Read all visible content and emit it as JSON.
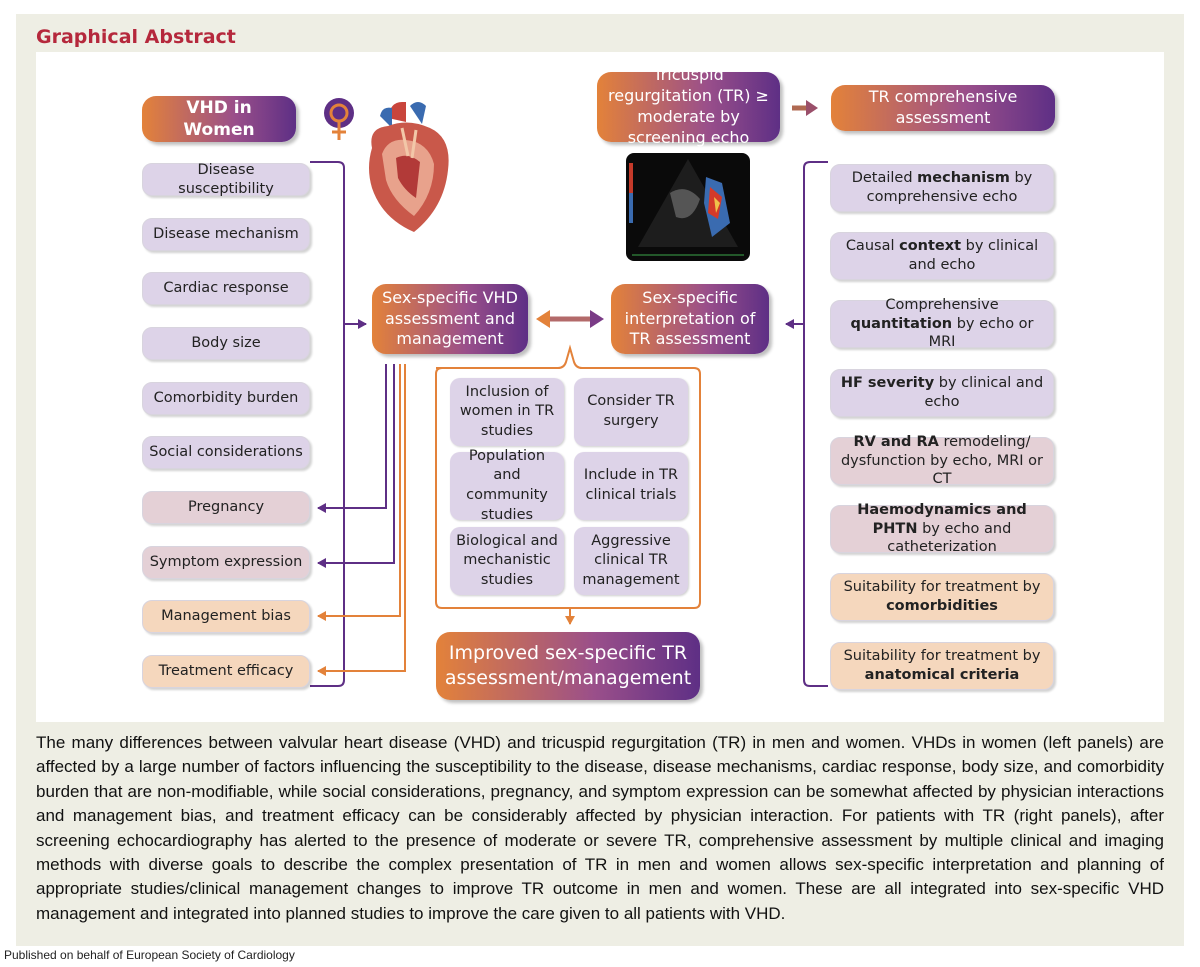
{
  "header": {
    "title": "Graphical Abstract"
  },
  "left_panel": {
    "title": "VHD in Women",
    "factors": [
      "Disease susceptibility",
      "Disease mechanism",
      "Cardiac response",
      "Body size",
      "Comorbidity burden",
      "Social considerations",
      "Pregnancy",
      "Symptom expression",
      "Management bias",
      "Treatment efficacy"
    ]
  },
  "top_right": {
    "screening": "Tricuspid regurgitation (TR) ≥ moderate by screening echo",
    "comprehensive": "TR comprehensive assessment"
  },
  "center": {
    "vhd_box": "Sex-specific VHD assessment and management",
    "tr_box": "Sex-specific interpretation of TR assessment",
    "studies": [
      "Inclusion of women in TR studies",
      "Consider TR surgery",
      "Population and community studies",
      "Include in TR clinical trials",
      "Biological and mechanistic studies",
      "Aggressive clinical TR management"
    ],
    "outcome": "Improved sex-specific TR assessment/management"
  },
  "right_panel": {
    "items": [
      {
        "pre": "Detailed ",
        "bold": "mechanism",
        "post": " by comprehensive echo"
      },
      {
        "pre": "Causal ",
        "bold": "context",
        "post": " by clinical and echo"
      },
      {
        "pre": "Comprehensive ",
        "bold": "quantitation",
        "post": " by echo or MRI"
      },
      {
        "pre": "",
        "bold": "HF severity",
        "post": " by clinical and echo"
      },
      {
        "pre": "",
        "bold": "RV and RA",
        "post": " remodeling/ dysfunction by echo, MRI or CT"
      },
      {
        "pre": "",
        "bold": "Haemodynamics and PHTN",
        "post": " by echo and catheterization"
      },
      {
        "pre": "Suitability for treatment by ",
        "bold": "comorbidities",
        "post": ""
      },
      {
        "pre": "Suitability for treatment by ",
        "bold": "anatomical criteria",
        "post": ""
      }
    ]
  },
  "caption": "The many differences between valvular heart disease (VHD) and tricuspid regurgitation (TR) in men and women. VHDs in women (left panels) are affected by a large number of factors influencing the susceptibility to the disease, disease mechanisms, cardiac response, body size, and comorbidity burden that are non-modifiable, while social considerations, pregnancy, and symptom expression can be somewhat affected by physician interactions and management bias, and treatment efficacy can be considerably affected by physician interaction. For patients with TR (right panels), after screening echocardiography has alerted to the presence of moderate or severe TR, comprehensive assessment by multiple clinical and imaging methods with diverse goals to describe the complex presentation of TR in men and women allows sex-specific interpretation and planning of appropriate studies/clinical management changes to improve TR outcome in men and women. These are all integrated into sex-specific VHD management and integrated into planned studies to improve the care given to all patients with VHD.",
  "footer": "Published on behalf of European Society of Cardiology",
  "colors": {
    "orange": "#e3823a",
    "purple": "#5e2f85",
    "title_red": "#b5283c",
    "lavender": "#ddd3e8",
    "peach": "#f5d7bd"
  },
  "icons": [
    "female-symbol-icon",
    "heart-illustration",
    "echo-image"
  ]
}
